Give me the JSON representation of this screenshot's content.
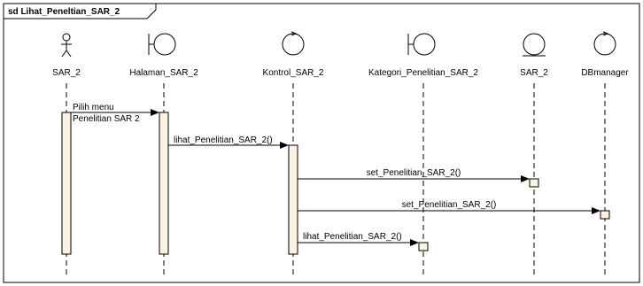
{
  "frame": {
    "title": "sd Lihat_Peneltian_SAR_2"
  },
  "lifelines": [
    {
      "name": "SAR_2",
      "kind": "actor"
    },
    {
      "name": "Halaman_SAR_2",
      "kind": "boundary"
    },
    {
      "name": "Kontrol_SAR_2",
      "kind": "control"
    },
    {
      "name": "Kategori_Penelitian_SAR_2",
      "kind": "boundary"
    },
    {
      "name": "SAR_2",
      "kind": "entity"
    },
    {
      "name": "DBmanager",
      "kind": "control"
    }
  ],
  "messages": [
    {
      "line1": "Pilih menu",
      "line2": "Penelitian SAR 2",
      "from": 0,
      "to": 1
    },
    {
      "text": "lihat_Penelitian_SAR_2()",
      "from": 1,
      "to": 2
    },
    {
      "text": "set_Penelitian_SAR_2()",
      "from": 2,
      "to": 4
    },
    {
      "text": "set_Penelitian_SAR_2()",
      "from": 2,
      "to": 5
    },
    {
      "text": "lihat_Penelitian_SAR_2()",
      "from": 2,
      "to": 3
    }
  ],
  "colors": {
    "activation_fill": "#fdf3e3",
    "line": "#000000",
    "background": "#ffffff"
  }
}
